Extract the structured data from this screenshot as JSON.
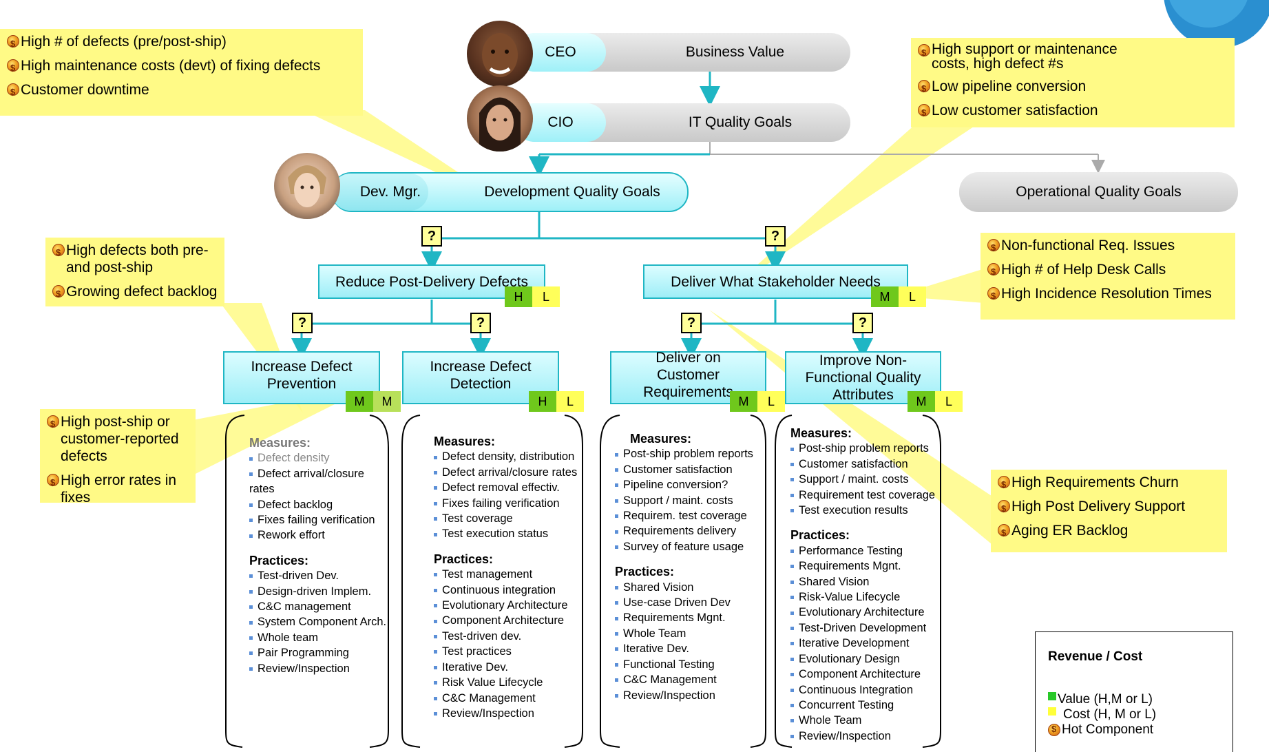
{
  "roles": {
    "ceo": {
      "role": "CEO",
      "goal": "Business Value"
    },
    "cio": {
      "role": "CIO",
      "goal": "IT Quality Goals"
    },
    "dev": {
      "role": "Dev. Mgr.",
      "goal": "Development Quality Goals"
    },
    "ops": {
      "goal": "Operational Quality Goals"
    }
  },
  "notes": {
    "top_left": [
      "High # of defects (pre/post-ship)",
      "High maintenance costs (devt) of fixing defects",
      "Customer downtime"
    ],
    "top_right": [
      "High support or maintenance costs, high defect #s",
      "Low pipeline conversion",
      "Low customer satisfaction"
    ],
    "mid_left": [
      "High defects both pre- and post-ship",
      "Growing defect backlog"
    ],
    "mid_right": [
      "Non-functional Req. Issues",
      "High # of Help Desk Calls",
      "High Incidence Resolution Times"
    ],
    "low_left": [
      "High post-ship or customer-reported defects",
      "High error rates in fixes"
    ],
    "low_right": [
      "High Requirements Churn",
      "High Post Delivery Support",
      "Aging ER Backlog"
    ]
  },
  "question_mark": "?",
  "goals": {
    "reduce": {
      "label": "Reduce Post-Delivery Defects",
      "value": "H",
      "cost": "L"
    },
    "deliver": {
      "label": "Deliver What Stakeholder Needs",
      "value": "M",
      "cost": "L"
    }
  },
  "subgoals": [
    {
      "label": "Increase Defect Prevention",
      "value": "M",
      "cost": "M"
    },
    {
      "label": "Increase Defect Detection",
      "value": "H",
      "cost": "L"
    },
    {
      "label": "Deliver on Customer Requirements",
      "value": "M",
      "cost": "L"
    },
    {
      "label": "Improve Non-Functional Quality Attributes",
      "value": "M",
      "cost": "L"
    }
  ],
  "columns": [
    {
      "measures_title": "Measures:",
      "measures": [
        "Defect density",
        "Defect arrival/closure rates",
        "Defect backlog",
        "Fixes failing verification",
        "Rework effort"
      ],
      "practices_title": "Practices:",
      "practices": [
        "Test-driven Dev.",
        "Design-driven Implem.",
        "C&C management",
        "System Component Arch.",
        "Whole team",
        "Pair Programming",
        "Review/Inspection"
      ]
    },
    {
      "measures_title": "Measures:",
      "measures": [
        "Defect density, distribution",
        "Defect arrival/closure rates",
        "Defect removal effectiv.",
        "Fixes failing verification",
        "Test coverage",
        "Test execution status"
      ],
      "practices_title": "Practices:",
      "practices": [
        "Test management",
        "Continuous integration",
        "Evolutionary Architecture",
        "Component Architecture",
        "Test-driven dev.",
        "Test practices",
        "Iterative Dev.",
        "Risk Value Lifecycle",
        "C&C Management",
        "Review/Inspection"
      ]
    },
    {
      "measures_title": "Measures:",
      "measures": [
        "Post-ship problem reports",
        "Customer satisfaction",
        "Pipeline conversion?",
        "Support / maint. costs",
        "Requirem. test coverage",
        "Requirements delivery",
        "Survey of feature usage"
      ],
      "practices_title": "Practices:",
      "practices": [
        "Shared Vision",
        "Use-case Driven Dev",
        "Requirements Mgnt.",
        "Whole Team",
        "Iterative Dev.",
        "Functional Testing",
        "C&C Management",
        "Review/Inspection"
      ]
    },
    {
      "measures_title": "Measures:",
      "measures": [
        "Post-ship problem reports",
        "Customer satisfaction",
        "Support / maint. costs",
        "Requirement test coverage",
        "Test execution results"
      ],
      "practices_title": "Practices:",
      "practices": [
        "Performance Testing",
        "Requirements Mgnt.",
        "Shared Vision",
        "Risk-Value Lifecycle",
        "Evolutionary Architecture",
        "Test-Driven Development",
        "Iterative Development",
        "Evolutionary Design",
        "Component Architecture",
        "Continuous Integration",
        "Concurrent Testing",
        "Whole Team",
        "Review/Inspection"
      ]
    }
  ],
  "legend": {
    "title": "Revenue /  Cost",
    "value": "Value (H,M or L)",
    "cost": "Cost (H, M or L)",
    "hot": "Hot Component"
  },
  "colors": {
    "value": "#6fc81c",
    "cost": "#ffff5a",
    "hot": "#f0a020",
    "node_border": "#1fb6c4",
    "note": "#fffa86"
  }
}
